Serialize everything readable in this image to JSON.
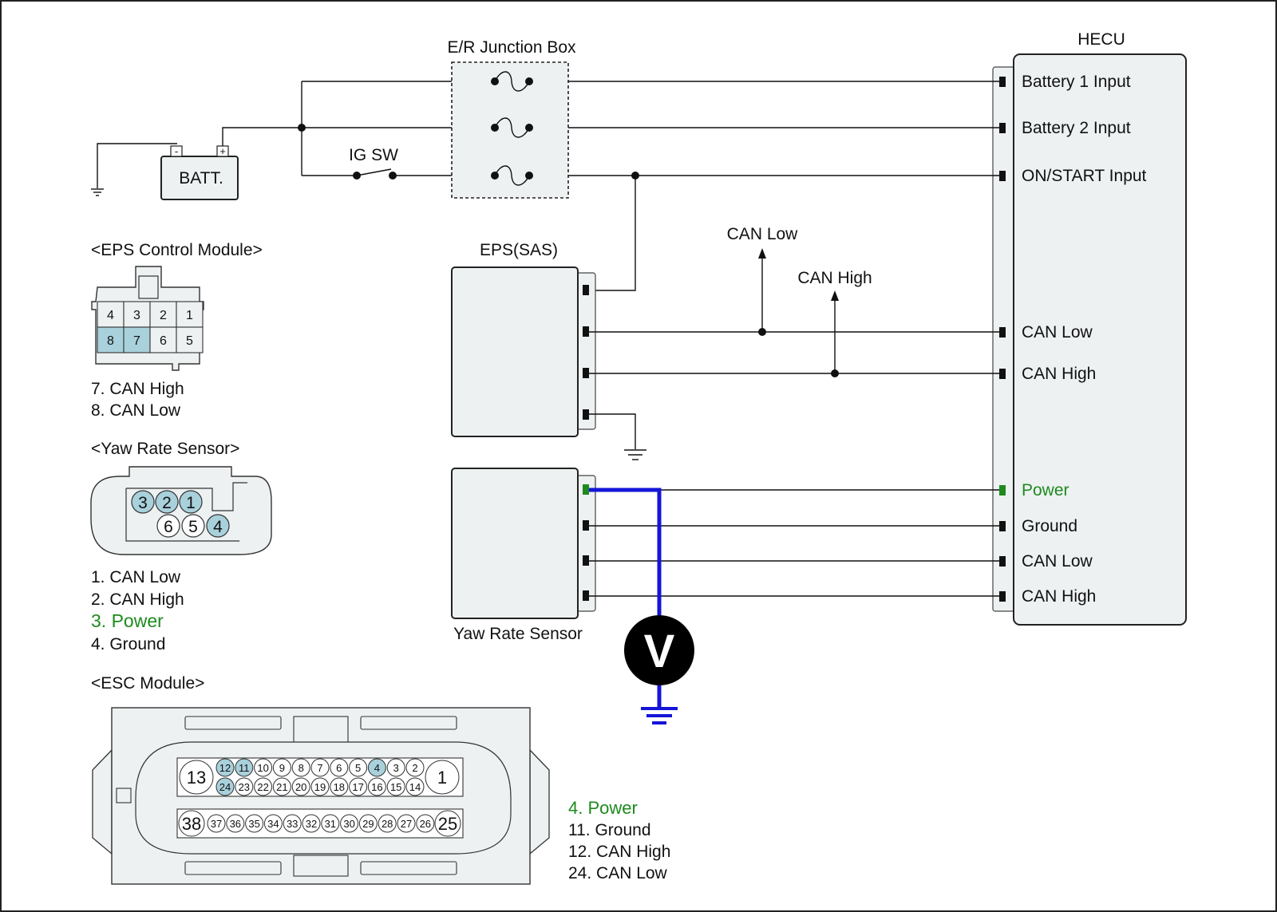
{
  "colors": {
    "highlight": "#a9d1dc",
    "power": "#1e8a1e",
    "probe": "#1515d8",
    "module_fill": "#edf1f2"
  },
  "labels": {
    "hecu": "HECU",
    "junction_box": "E/R Junction Box",
    "ig_sw": "IG SW",
    "batt": "BATT.",
    "batt_minus": "-",
    "batt_plus": "+",
    "eps_sas": "EPS(SAS)",
    "yaw_rate_sensor": "Yaw Rate Sensor",
    "can_low_branch": "CAN Low",
    "can_high_branch": "CAN High",
    "voltmeter": "V"
  },
  "hecu_pins": [
    "Battery 1 Input",
    "Battery 2 Input",
    "ON/START Input",
    "CAN Low",
    "CAN High",
    "Power",
    "Ground",
    "CAN Low",
    "CAN High"
  ],
  "eps_connector": {
    "title": "<EPS Control Module>",
    "top_row": [
      "4",
      "3",
      "2",
      "1"
    ],
    "bottom_row": [
      "8",
      "7",
      "6",
      "5"
    ],
    "highlighted": [
      "8",
      "7"
    ],
    "legend": [
      "7. CAN High",
      "8. CAN Low"
    ]
  },
  "yaw_connector": {
    "title": "<Yaw Rate Sensor>",
    "top_row": [
      "3",
      "2",
      "1"
    ],
    "bottom_row": [
      "6",
      "5",
      "4"
    ],
    "highlighted": [
      "3",
      "2",
      "1",
      "4"
    ],
    "legend": [
      "1. CAN Low",
      "2. CAN High",
      "3. Power",
      "4. Ground"
    ]
  },
  "esc_connector": {
    "title": "<ESC Module>",
    "row1": [
      "12",
      "11",
      "10",
      "9",
      "8",
      "7",
      "6",
      "5",
      "4",
      "3",
      "2"
    ],
    "row2": [
      "24",
      "23",
      "22",
      "21",
      "20",
      "19",
      "18",
      "17",
      "16",
      "15",
      "14"
    ],
    "row3": [
      "37",
      "36",
      "35",
      "34",
      "33",
      "32",
      "31",
      "30",
      "29",
      "28",
      "27",
      "26"
    ],
    "big_left_top": "13",
    "big_right_top": "1",
    "big_left_bottom": "38",
    "big_right_bottom": "25",
    "highlighted": [
      "12",
      "11",
      "4",
      "24"
    ],
    "legend": [
      "4. Power",
      "11. Ground",
      "12. CAN High",
      "24. CAN Low"
    ]
  }
}
